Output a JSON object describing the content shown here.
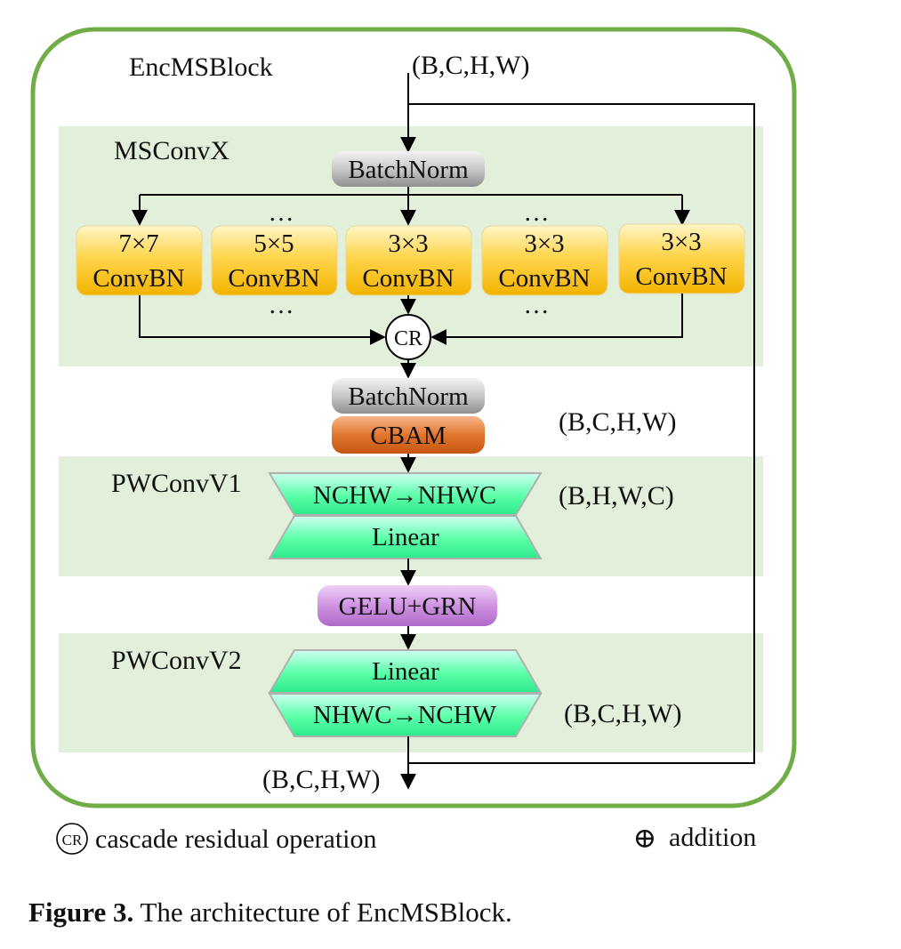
{
  "block": {
    "title": "EncMSBlock",
    "input_shape": "(B,C,H,W)",
    "output_shape": "(B,C,H,W)"
  },
  "msconvx": {
    "title": "MSConvX",
    "batchnorm": "BatchNorm",
    "dots": "…",
    "branches": [
      {
        "kernel": "7×7",
        "op": "ConvBN"
      },
      {
        "kernel": "5×5",
        "op": "ConvBN"
      },
      {
        "kernel": "3×3",
        "op": "ConvBN"
      },
      {
        "kernel": "3×3",
        "op": "ConvBN"
      },
      {
        "kernel": "3×3",
        "op": "ConvBN"
      }
    ],
    "cr": "CR"
  },
  "post": {
    "batchnorm": "BatchNorm",
    "cbam": "CBAM",
    "shape": "(B,C,H,W)"
  },
  "pwconvv1": {
    "title": "PWConvV1",
    "permute": "NCHW→NHWC",
    "linear": "Linear",
    "shape": "(B,H,W,C)"
  },
  "act": {
    "label": "GELU+GRN"
  },
  "pwconvv2": {
    "title": "PWConvV2",
    "linear": "Linear",
    "permute": "NHWC→NCHW",
    "shape": "(B,C,H,W)"
  },
  "legend": {
    "cr_symbol": "CR",
    "cr_text": "cascade residual operation",
    "add_symbol": "⊕",
    "add_text": "addition"
  },
  "caption": {
    "label": "Figure 3.",
    "text": "The architecture of EncMSBlock."
  },
  "colors": {
    "outer_border": "#70ad47",
    "section_bg": "#e2efda",
    "conv_box": "#ffc000",
    "batchnorm": "#a6a6a6",
    "cbam": "#d9661f",
    "linear": "#3cff9e",
    "act": "#c07ad6"
  }
}
